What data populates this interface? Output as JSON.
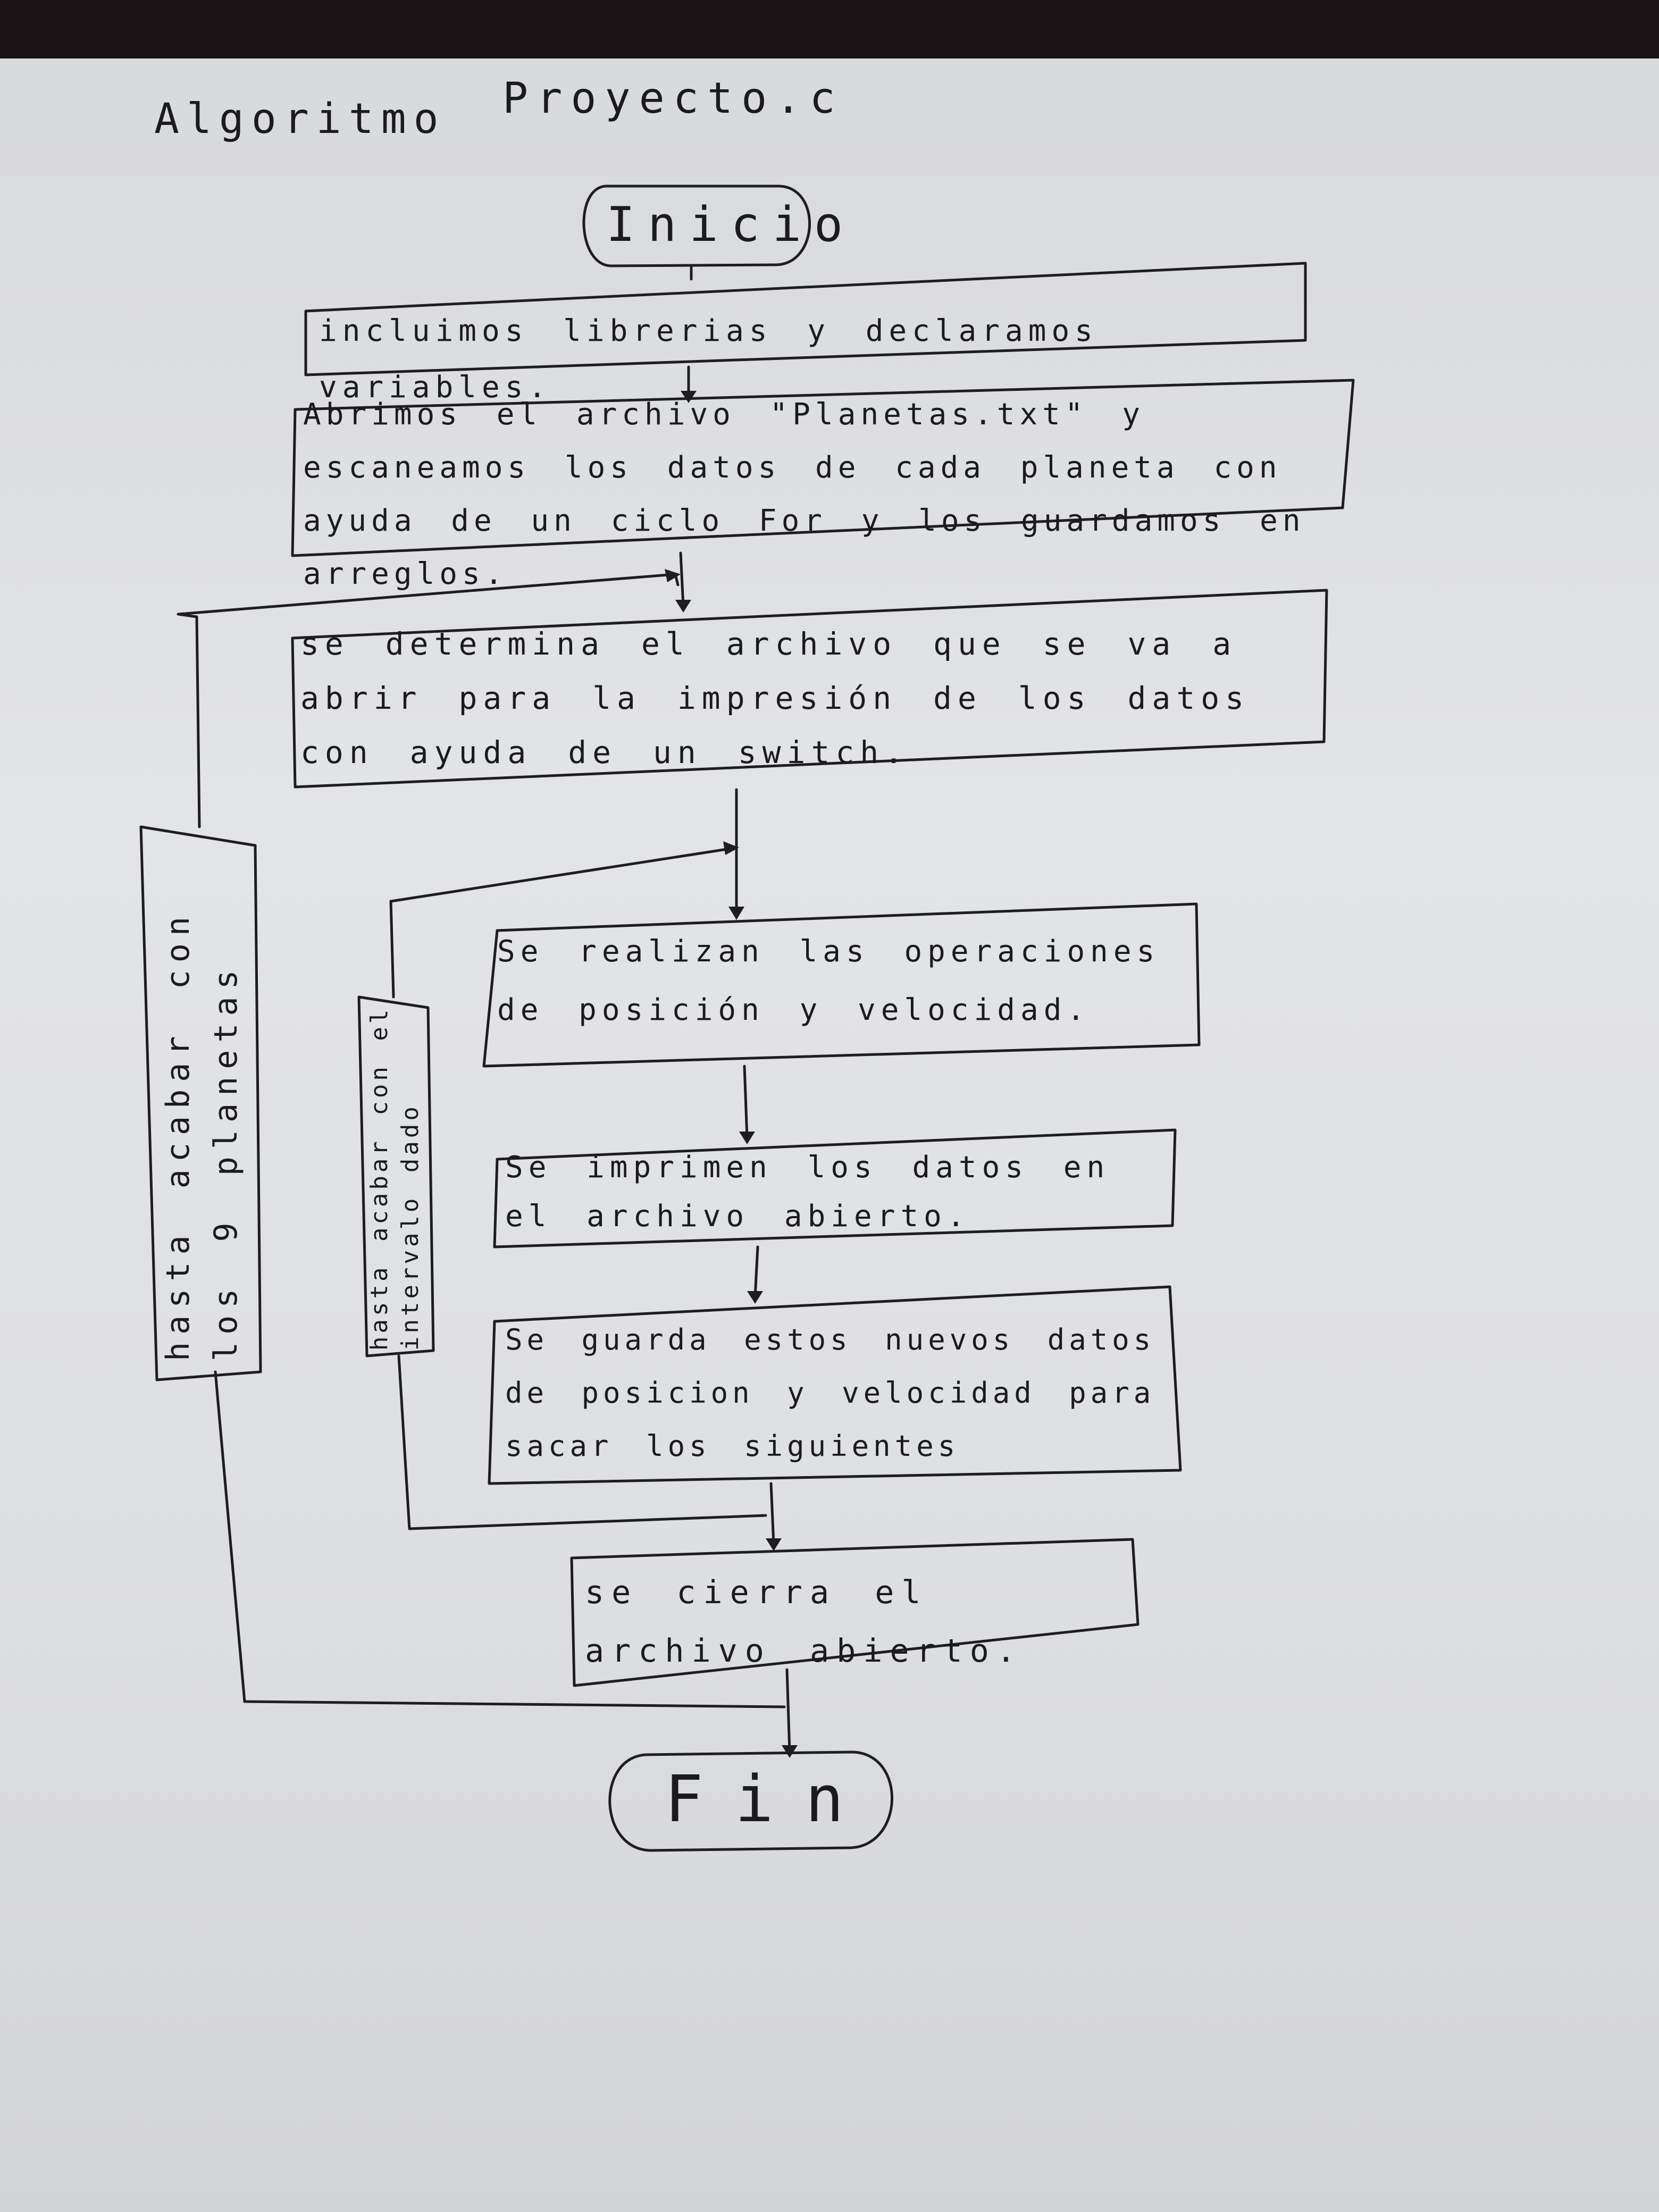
{
  "header": {
    "left": "Algoritmo",
    "right": "Proyecto.c"
  },
  "flowchart": {
    "start": "Inicio",
    "steps": [
      "incluimos librerias y declaramos variables.",
      "Abrimos el archivo \"Planetas.txt\" y escaneamos los datos de cada planeta con ayuda de un ciclo For y los guardamos en arreglos.",
      "se determina el archivo que se va a abrir para la impresión de los datos con ayuda de un switch.",
      "Se realizan las operaciones de posición y velocidad.",
      "Se imprimen los datos en el archivo abierto.",
      "Se guarda estos nuevos datos de posicion y velocidad para sacar los siguientes",
      "se cierra el archivo abierto."
    ],
    "loops": {
      "outer": "hasta acabar con los 9 planetas",
      "inner": "hasta acabar con el intervalo dado"
    },
    "end": "Fin"
  }
}
